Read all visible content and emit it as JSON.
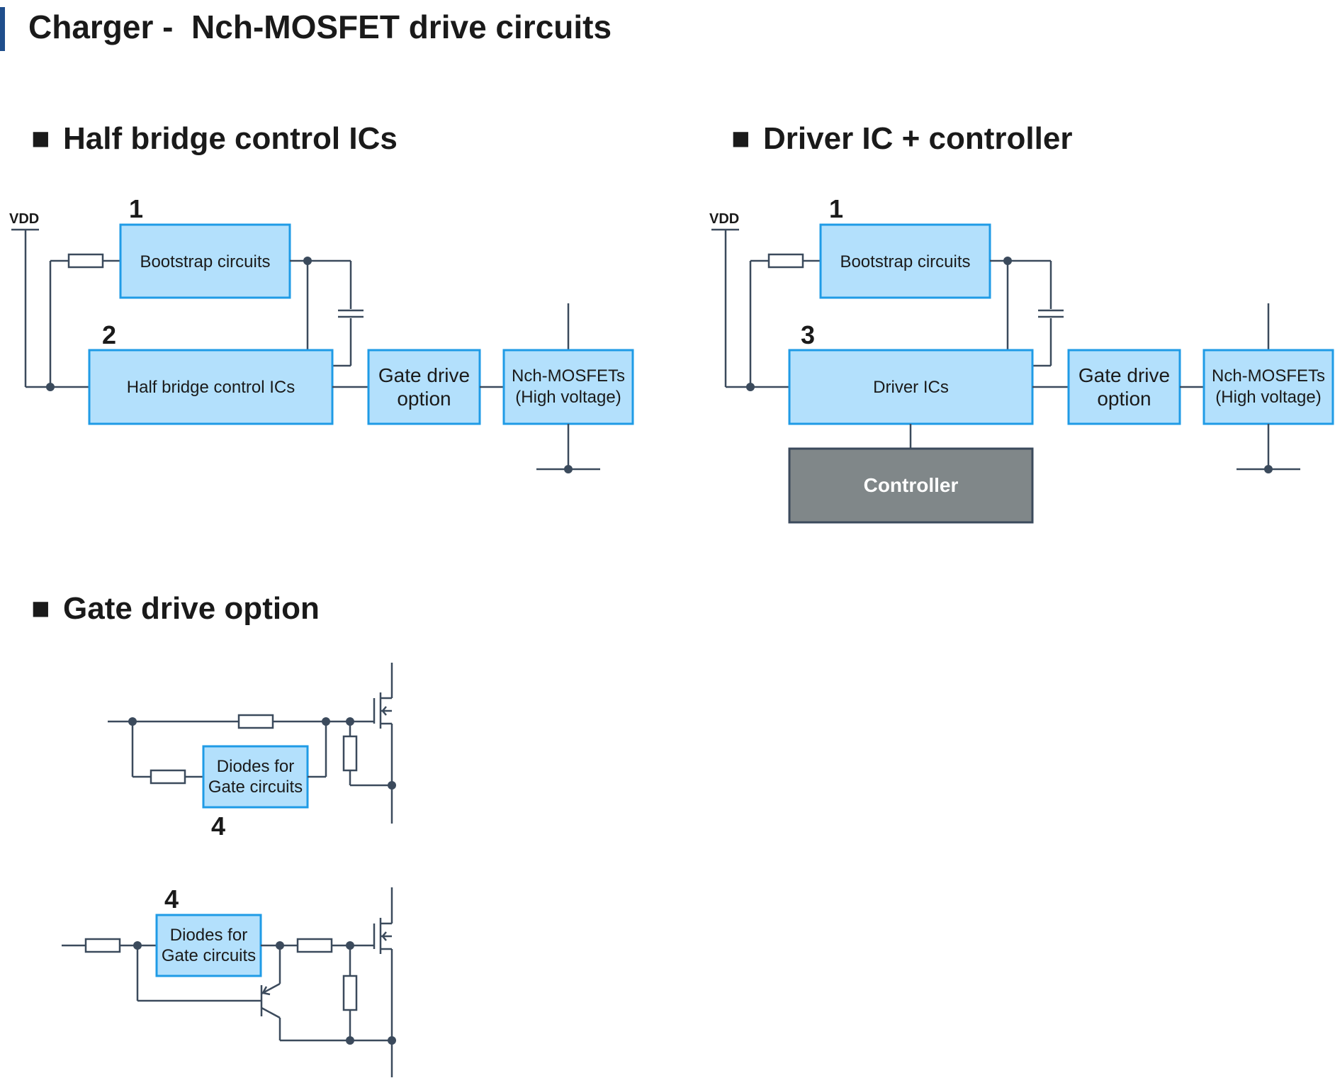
{
  "page": {
    "title": "Charger -  Nch-MOSFET drive circuits"
  },
  "colors": {
    "wire": "#3b4a5c",
    "block_fill": "#b3e0fc",
    "block_stroke": "#1f9be6",
    "controller_fill": "#808789",
    "controller_stroke": "#3b4a5c",
    "title_bar": "#1f4e8c",
    "text": "#1a1a1a"
  },
  "sections": {
    "half_bridge": {
      "heading": "Half bridge control ICs",
      "bullet": "■",
      "vdd": "VDD",
      "bootstrap": {
        "number": "1",
        "label": "Bootstrap circuits"
      },
      "control_ic": {
        "number": "2",
        "label": "Half bridge control ICs"
      },
      "gate_drive": {
        "line1": "Gate drive",
        "line2": "option"
      },
      "mosfet": {
        "line1": "Nch-MOSFETs",
        "line2": "(High voltage)"
      }
    },
    "driver_ic": {
      "heading": "Driver IC + controller",
      "bullet": "■",
      "vdd": "VDD",
      "bootstrap": {
        "number": "1",
        "label": "Bootstrap circuits"
      },
      "driver": {
        "number": "3",
        "label": "Driver ICs"
      },
      "controller": {
        "label": "Controller"
      },
      "gate_drive": {
        "line1": "Gate drive",
        "line2": "option"
      },
      "mosfet": {
        "line1": "Nch-MOSFETs",
        "line2": "(High voltage)"
      }
    },
    "gate_drive_option": {
      "heading": "Gate drive option",
      "bullet": "■",
      "circuit_a": {
        "number": "4",
        "line1": "Diodes for",
        "line2": "Gate circuits"
      },
      "circuit_b": {
        "number": "4",
        "line1": "Diodes for",
        "line2": "Gate circuits"
      }
    }
  }
}
